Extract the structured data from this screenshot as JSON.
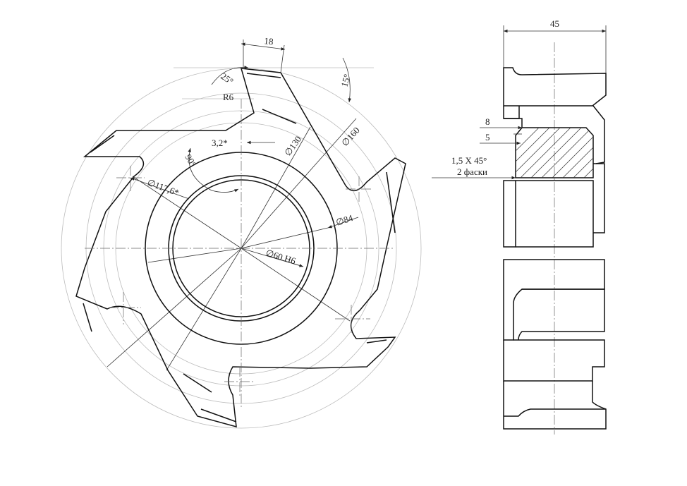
{
  "front_view": {
    "width_18": "18",
    "angle_25": "25°",
    "angle_15": "15°",
    "radius_r6": "R6",
    "step_32": "3,2*",
    "angle_90": "90°",
    "dia_130": "∅130",
    "dia_160": "∅160",
    "dia_1176": "∅117,6*",
    "dia_84": "∅84",
    "dia_60": "∅60 H6"
  },
  "side_view": {
    "width_45": "45",
    "dim_8": "8",
    "dim_5": "5",
    "chamfer": "1,5  X 45°",
    "chamfer_count": "2 фаски"
  },
  "colors": {
    "line": "#111111",
    "ghost": "#bbbbbb",
    "center": "#666666"
  }
}
